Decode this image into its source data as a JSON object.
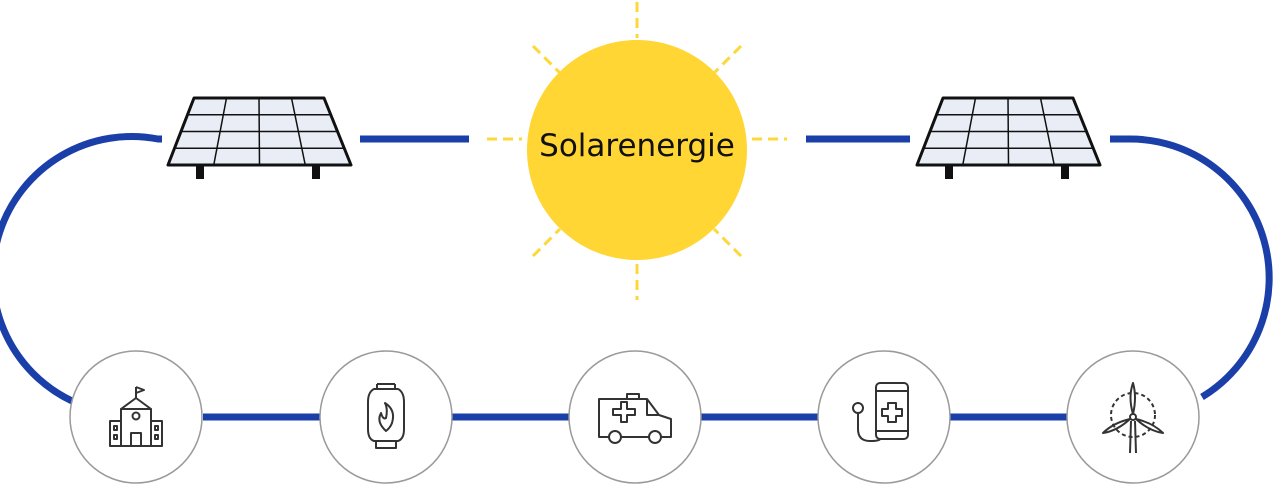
{
  "sun": {
    "label": "Solarenergie",
    "fill_color": "#FFD633",
    "ray_color": "#FCD83A"
  },
  "connector_color": "#1A3FA8",
  "panels": [
    {
      "name": "solar-panel-left"
    },
    {
      "name": "solar-panel-right"
    }
  ],
  "panel_colors": {
    "cell": "#E9EEF6",
    "stroke": "#111111"
  },
  "nodes": [
    {
      "icon": "school-icon"
    },
    {
      "icon": "lantern-icon"
    },
    {
      "icon": "ambulance-icon"
    },
    {
      "icon": "mobile-health-icon"
    },
    {
      "icon": "wind-turbine-icon"
    }
  ],
  "node_colors": {
    "fill": "#FFFFFF",
    "border": "#9A9A9A",
    "icon_stroke": "#333333"
  }
}
